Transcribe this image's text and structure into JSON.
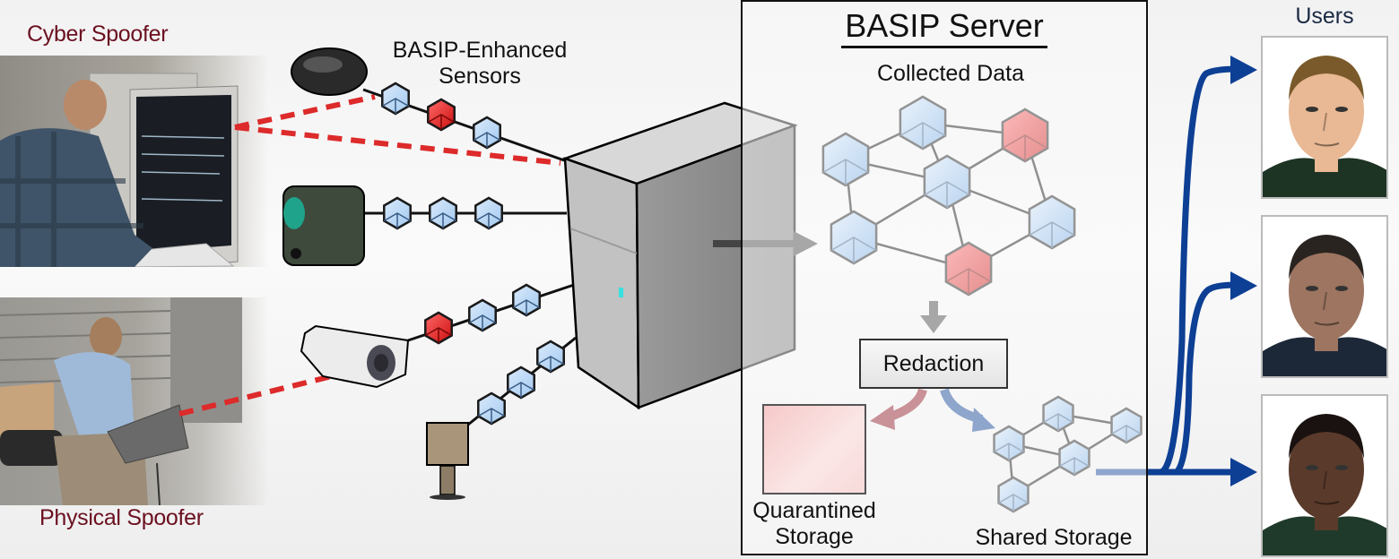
{
  "title": "BASIP Server",
  "labels": {
    "cyber_spoofer": "Cyber Spoofer",
    "physical_spoofer": "Physical Spoofer",
    "sensors": [
      "BASIP-Enhanced",
      "Sensors"
    ],
    "collected_data": "Collected Data",
    "redaction": "Redaction",
    "quarantined_storage": [
      "Quarantined",
      "Storage"
    ],
    "shared_storage": "Shared Storage",
    "users": "Users"
  },
  "sensors": [
    {
      "name": "wearable-puck-sensor",
      "packets": [
        "clean",
        "spoofed",
        "clean"
      ]
    },
    {
      "name": "rangefinder-sensor",
      "packets": [
        "clean",
        "clean",
        "clean"
      ]
    },
    {
      "name": "thermal-camera-sensor",
      "packets": [
        "spoofed",
        "clean",
        "clean"
      ]
    },
    {
      "name": "radar-sensor",
      "packets": [
        "clean",
        "clean",
        "clean"
      ]
    }
  ],
  "users": [
    {
      "name": "user-1"
    },
    {
      "name": "user-2"
    },
    {
      "name": "user-3"
    }
  ],
  "colors": {
    "spoofer_label": "#6b1020",
    "clean_packet": "#a9cdf3",
    "spoofed_packet": "#e11b1b",
    "attack_line": "#dd2a2a",
    "distribution_arrow": "#0d3f94",
    "quarantine_arrow": "#8e1222"
  }
}
